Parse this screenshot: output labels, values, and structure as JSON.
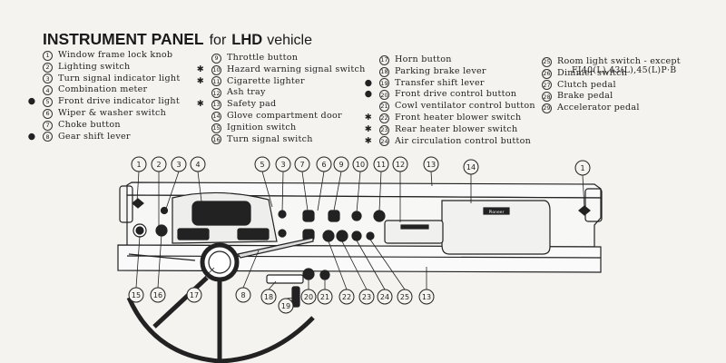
{
  "title": {
    "part1": "INSTRUMENT PANEL",
    "part2": "for",
    "part3": "LHD",
    "part4": "vehicle"
  },
  "legend_columns": [
    [
      {
        "num": "1",
        "label": "Window frame lock knob",
        "marker": ""
      },
      {
        "num": "2",
        "label": "Lighting switch",
        "marker": ""
      },
      {
        "num": "3",
        "label": "Turn signal indicator light",
        "marker": ""
      },
      {
        "num": "4",
        "label": "Combination meter",
        "marker": ""
      },
      {
        "num": "5",
        "label": "Front drive indicator light",
        "marker": "●"
      },
      {
        "num": "6",
        "label": "Wiper & washer switch",
        "marker": ""
      },
      {
        "num": "7",
        "label": "Choke button",
        "marker": ""
      },
      {
        "num": "8",
        "label": "Gear shift lever",
        "marker": "●"
      }
    ],
    [
      {
        "num": "9",
        "label": "Throttle button",
        "marker": ""
      },
      {
        "num": "10",
        "label": "Hazard warning signal switch",
        "marker": "✱"
      },
      {
        "num": "11",
        "label": "Cigarette lighter",
        "marker": "✱"
      },
      {
        "num": "12",
        "label": "Ash tray",
        "marker": ""
      },
      {
        "num": "13",
        "label": "Safety pad",
        "marker": "✱"
      },
      {
        "num": "14",
        "label": "Glove compartment door",
        "marker": ""
      },
      {
        "num": "15",
        "label": "Ignition switch",
        "marker": ""
      },
      {
        "num": "16",
        "label": "Turn signal switch",
        "marker": ""
      }
    ],
    [
      {
        "num": "17",
        "label": "Horn button",
        "marker": ""
      },
      {
        "num": "18",
        "label": "Parking brake lever",
        "marker": ""
      },
      {
        "num": "19",
        "label": "Transfer shift lever",
        "marker": "●"
      },
      {
        "num": "20",
        "label": "Front drive control button",
        "marker": "●"
      },
      {
        "num": "21",
        "label": "Cowl ventilator control button",
        "marker": ""
      },
      {
        "num": "22",
        "label": "Front heater blower switch",
        "marker": "✱"
      },
      {
        "num": "23",
        "label": "Rear heater blower switch",
        "marker": "✱"
      },
      {
        "num": "24",
        "label": "Air circulation control button",
        "marker": "✱"
      }
    ],
    [
      {
        "num": "25",
        "label": "Room light switch - except",
        "marker": ""
      },
      {
        "num": "26",
        "label": "Dimmer switch",
        "marker": ""
      },
      {
        "num": "27",
        "label": "Clutch pedal",
        "marker": ""
      },
      {
        "num": "28",
        "label": "Brake pedal",
        "marker": ""
      },
      {
        "num": "29",
        "label": "Accelerator pedal",
        "marker": ""
      }
    ]
  ],
  "room_light_models": "FJ40(L),43(L),45(L)P·B",
  "callouts": [
    {
      "num": "1"
    },
    {
      "num": "2"
    },
    {
      "num": "3"
    },
    {
      "num": "4"
    },
    {
      "num": "5"
    },
    {
      "num": "3"
    },
    {
      "num": "7"
    },
    {
      "num": "6"
    },
    {
      "num": "9"
    },
    {
      "num": "10"
    },
    {
      "num": "11"
    },
    {
      "num": "12"
    },
    {
      "num": "13"
    },
    {
      "num": "14"
    },
    {
      "num": "1"
    },
    {
      "num": "15"
    },
    {
      "num": "16"
    },
    {
      "num": "17"
    },
    {
      "num": "8"
    },
    {
      "num": "18"
    },
    {
      "num": "19"
    },
    {
      "num": "20"
    },
    {
      "num": "21"
    },
    {
      "num": "22"
    },
    {
      "num": "23"
    },
    {
      "num": "24"
    },
    {
      "num": "25"
    },
    {
      "num": "13"
    }
  ],
  "panel_text": {
    "glovebox_badge": "Pioneer"
  },
  "colors": {
    "ink": "#222222",
    "paper": "#f4f3ef"
  }
}
